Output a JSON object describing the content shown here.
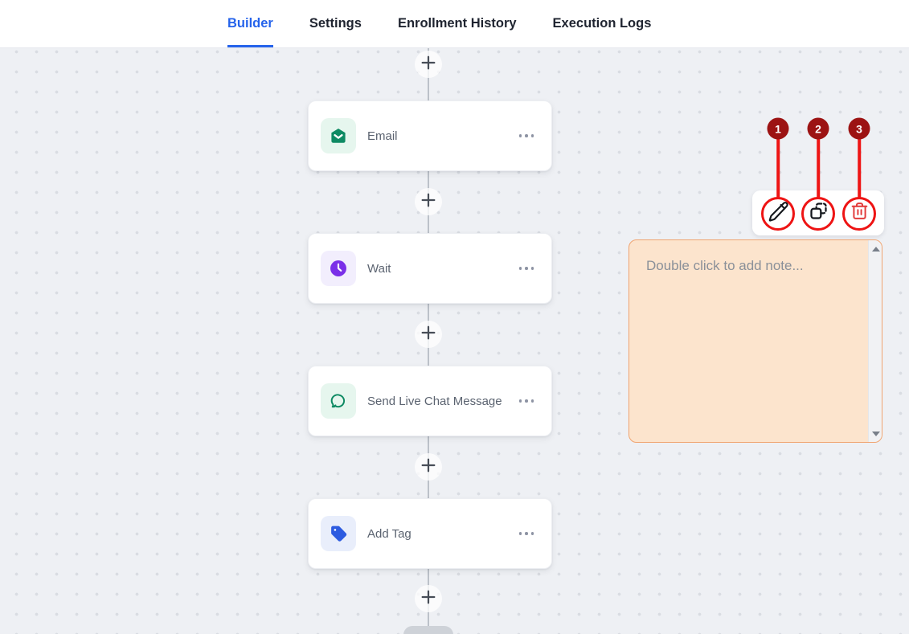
{
  "tabs": {
    "items": [
      {
        "label": "Builder",
        "active": true
      },
      {
        "label": "Settings",
        "active": false
      },
      {
        "label": "Enrollment History",
        "active": false
      },
      {
        "label": "Execution Logs",
        "active": false
      }
    ]
  },
  "workflow": {
    "nodes": [
      {
        "label": "Email",
        "icon": "email-icon",
        "icon_color": "#0e8a63",
        "icon_bg": "#e6f6ee"
      },
      {
        "label": "Wait",
        "icon": "clock-icon",
        "icon_color": "#7a2fe8",
        "icon_bg": "#f2eefd"
      },
      {
        "label": "Send Live Chat Message",
        "icon": "chat-icon",
        "icon_color": "#0e8a63",
        "icon_bg": "#e6f6ee"
      },
      {
        "label": "Add Tag",
        "icon": "tag-icon",
        "icon_color": "#2d5be0",
        "icon_bg": "#e9eefb"
      }
    ],
    "note": {
      "placeholder": "Double click to add note..."
    },
    "toolbar_actions": [
      {
        "name": "edit"
      },
      {
        "name": "copy"
      },
      {
        "name": "delete"
      }
    ]
  },
  "annotations": {
    "badges": [
      {
        "number": "1",
        "target": "edit-button"
      },
      {
        "number": "2",
        "target": "copy-button"
      },
      {
        "number": "3",
        "target": "delete-button"
      }
    ]
  },
  "colors": {
    "active_tab_blue": "#2563eb",
    "canvas_bg": "#eef0f4",
    "annotation_red": "#ee1414",
    "badge_dark_red": "#9c1313",
    "note_bg": "#fce4cd",
    "note_border": "#f0a470",
    "email_green": "#0e8a63",
    "wait_purple": "#7a2fe8",
    "tag_blue": "#2d5be0",
    "delete_red": "#e23b3b"
  }
}
